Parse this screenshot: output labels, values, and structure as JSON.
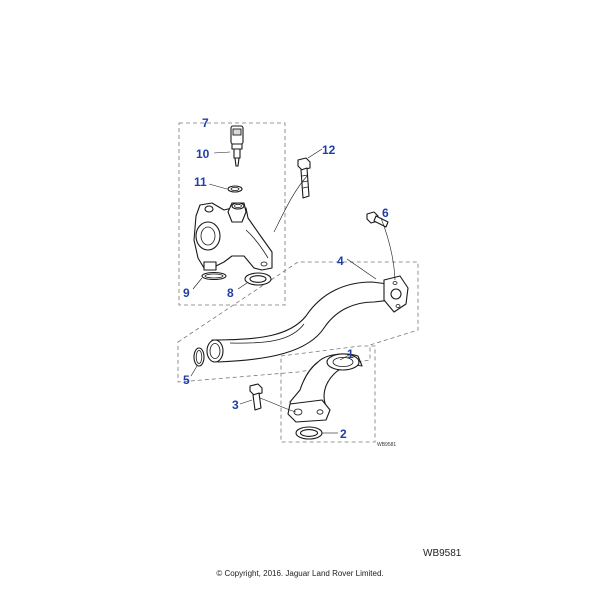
{
  "callouts": {
    "c1": "1",
    "c2": "2",
    "c3": "3",
    "c4": "4",
    "c5": "5",
    "c6": "6",
    "c7": "7",
    "c8": "8",
    "c9": "9",
    "c10": "10",
    "c11": "11",
    "c12": "12"
  },
  "illustration_ref": "WB9581",
  "footer": {
    "ref": "WB9581",
    "copyright": "© Copyright, 2016. Jaguar Land Rover Limited."
  },
  "colors": {
    "callout": "#1f3fa6",
    "line": "#1a1a1a",
    "group_box": "#777777"
  }
}
